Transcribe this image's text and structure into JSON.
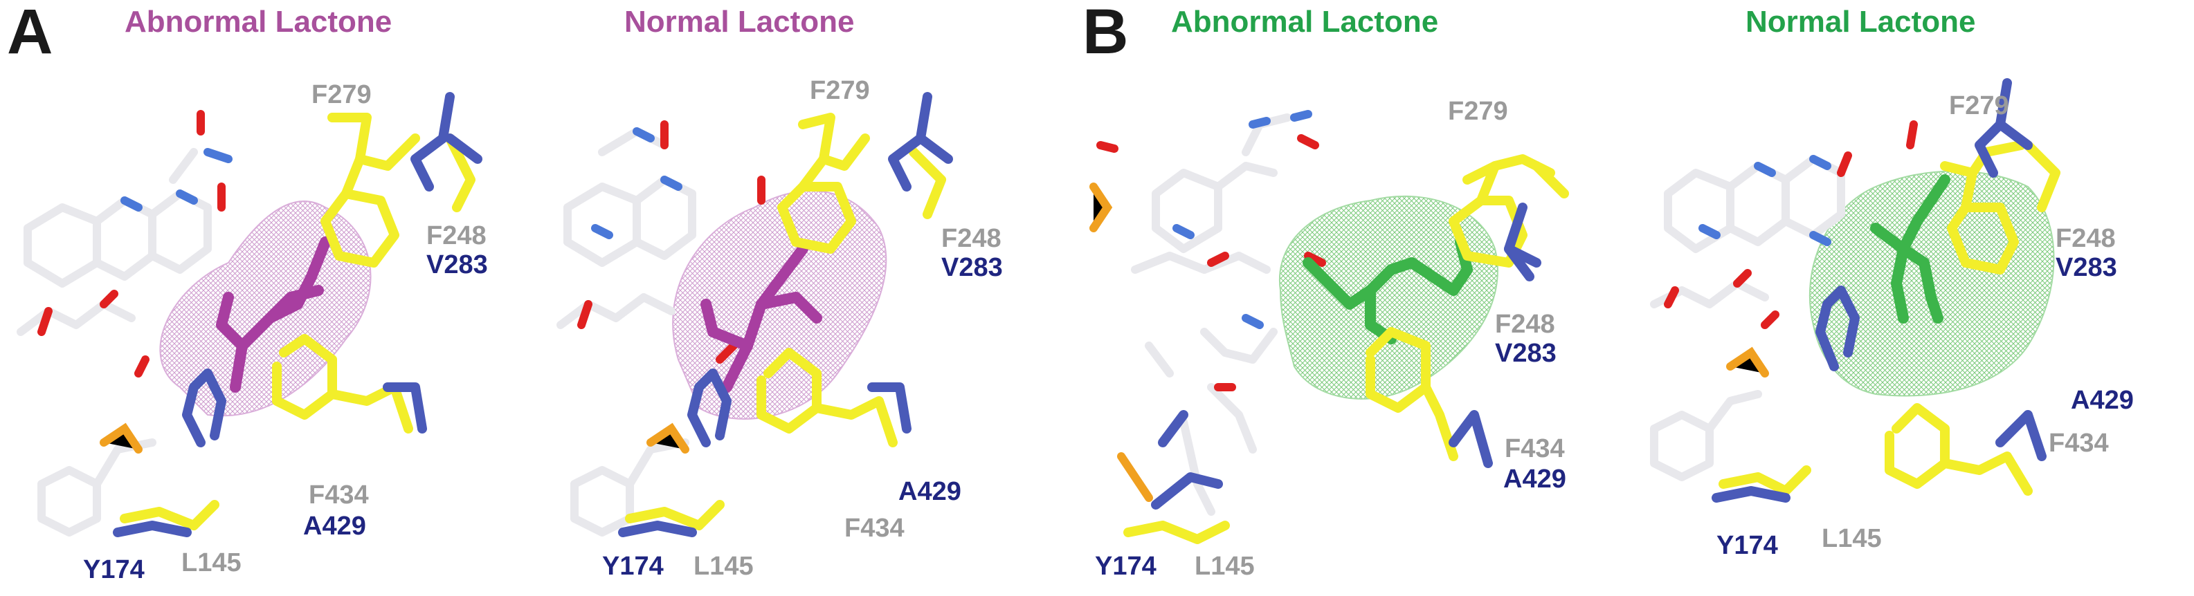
{
  "figure": {
    "colors": {
      "abnormal_title_A": "#a8509c",
      "normal_title_A": "#a8509c",
      "title_B": "#23a24a",
      "residue_gray": "#9a9a9a",
      "residue_navy": "#1f2580",
      "ligand_A": "#a83ea0",
      "ligand_B": "#3cb44a",
      "mesh_A": "#c890c8",
      "mesh_B": "#6cc46c",
      "stick_yellow": "#f2ee2a",
      "stick_blue": "#4a5ab8",
      "stick_white": "#e8e8ec",
      "oxygen": "#e02020",
      "nitrogen": "#4a78d8",
      "phosphorus": "#f0a020"
    },
    "panels": [
      {
        "letter": "A",
        "title": "Abnormal Lactone",
        "labels": {
          "f279": "F279",
          "f248": "F248",
          "v283": "V283",
          "f434": "F434",
          "a429": "A429",
          "y174": "Y174",
          "l145": "L145"
        }
      },
      {
        "letter": "",
        "title": "Normal Lactone",
        "labels": {
          "f279": "F279",
          "f248": "F248",
          "v283": "V283",
          "a429": "A429",
          "f434": "F434",
          "y174": "Y174",
          "l145": "L145"
        }
      },
      {
        "letter": "B",
        "title": "Abnormal Lactone",
        "labels": {
          "f279": "F279",
          "f248": "F248",
          "v283": "V283",
          "f434": "F434",
          "a429": "A429",
          "y174": "Y174",
          "l145": "L145"
        }
      },
      {
        "letter": "",
        "title": "Normal Lactone",
        "labels": {
          "f279": "F279",
          "f248": "F248",
          "v283": "V283",
          "a429": "A429",
          "f434": "F434",
          "y174": "Y174",
          "l145": "L145"
        }
      }
    ]
  }
}
